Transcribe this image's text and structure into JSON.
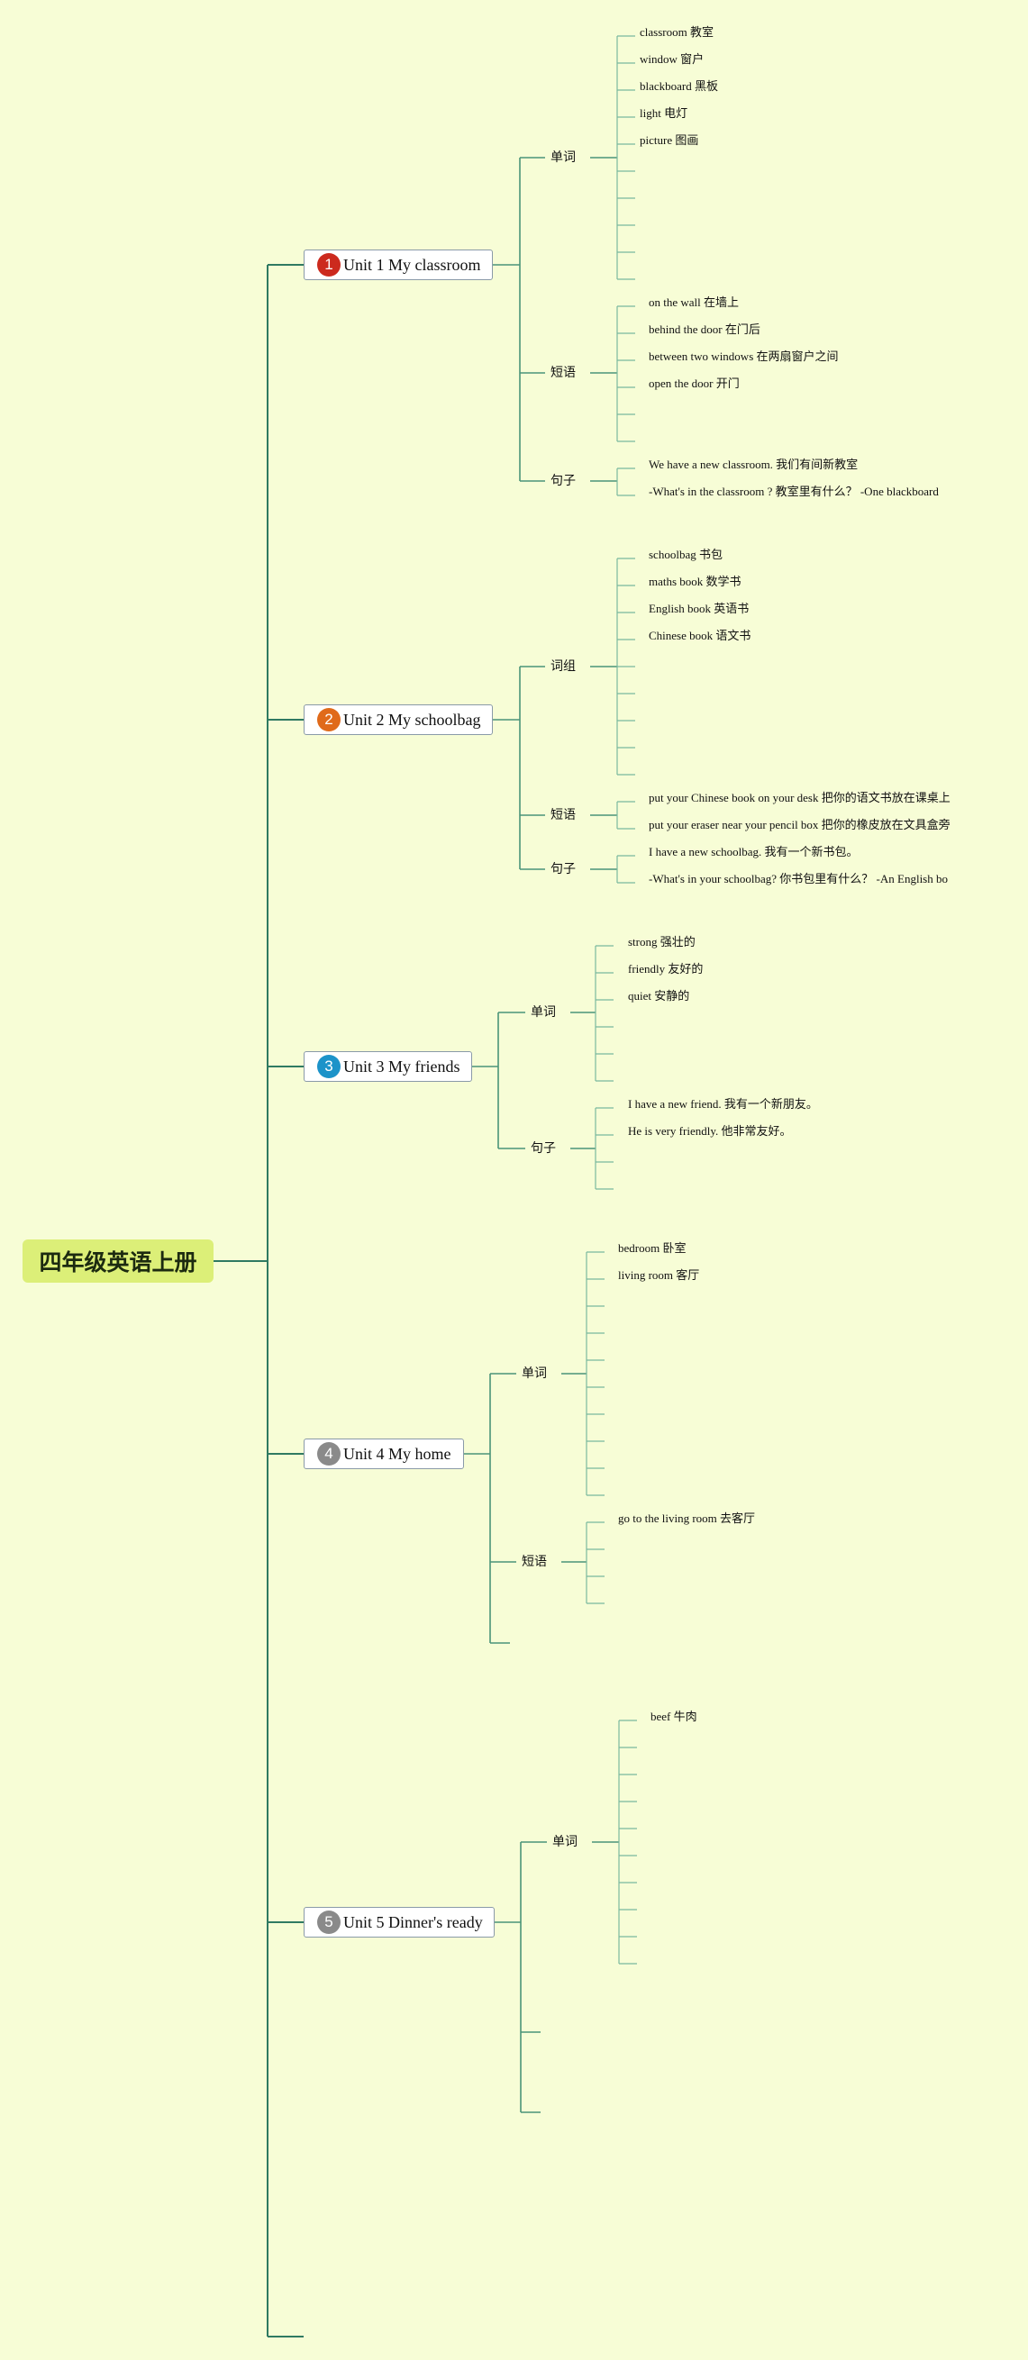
{
  "root": {
    "title": "四年级英语上册"
  },
  "units": [
    {
      "number": "1",
      "title": "Unit 1 My classroom",
      "color": "#cc2a1e",
      "sections": [
        {
          "label": "单词",
          "items": [
            "classroom 教室",
            "window 窗户",
            "blackboard 黑板",
            "light 电灯",
            "picture 图画",
            "",
            "",
            "",
            "",
            ""
          ]
        },
        {
          "label": "短语",
          "items": [
            "on the wall 在墙上",
            "behind the door 在门后",
            "between two windows 在两扇窗户之间",
            "open the door 开门",
            "",
            ""
          ]
        },
        {
          "label": "句子",
          "items": [
            "We have a new classroom. 我们有间新教室",
            "-What's in the classroom ? 教室里有什么？  -One blackboard"
          ]
        }
      ]
    },
    {
      "number": "2",
      "title": "Unit 2 My schoolbag",
      "color": "#e06a1a",
      "sections": [
        {
          "label": "词组",
          "items": [
            "schoolbag 书包",
            "maths book 数学书",
            "English book 英语书",
            "Chinese book 语文书",
            "",
            "",
            "",
            "",
            ""
          ]
        },
        {
          "label": "短语",
          "items": [
            "put your Chinese book on your desk 把你的语文书放在课桌上",
            "put your eraser near your pencil box 把你的橡皮放在文具盒旁"
          ]
        },
        {
          "label": "句子",
          "items": [
            "I have a new schoolbag. 我有一个新书包。",
            "-What's in your schoolbag? 你书包里有什么？  -An English bo"
          ]
        }
      ]
    },
    {
      "number": "3",
      "title": "Unit 3 My friends",
      "color": "#1c93c9",
      "sections": [
        {
          "label": "单词",
          "items": [
            "strong 强壮的",
            "friendly 友好的",
            "quiet 安静的",
            "",
            "",
            ""
          ]
        },
        {
          "label": "句子",
          "items": [
            "I have a new friend. 我有一个新朋友。",
            "He is very friendly. 他非常友好。",
            "",
            ""
          ]
        }
      ]
    },
    {
      "number": "4",
      "title": "Unit 4 My home",
      "color": "#8a8a8a",
      "sections": [
        {
          "label": "单词",
          "items": [
            "bedroom 卧室",
            "living room 客厅",
            "",
            "",
            "",
            "",
            "",
            "",
            "",
            ""
          ]
        },
        {
          "label": "短语",
          "items": [
            "go to the living room 去客厅",
            "",
            "",
            ""
          ]
        }
      ]
    },
    {
      "number": "5",
      "title": "Unit 5 Dinner's ready",
      "color": "#8a8a8a",
      "sections": [
        {
          "label": "单词",
          "items": [
            "beef 牛肉",
            "",
            "",
            "",
            "",
            "",
            "",
            "",
            "",
            ""
          ]
        }
      ]
    }
  ]
}
